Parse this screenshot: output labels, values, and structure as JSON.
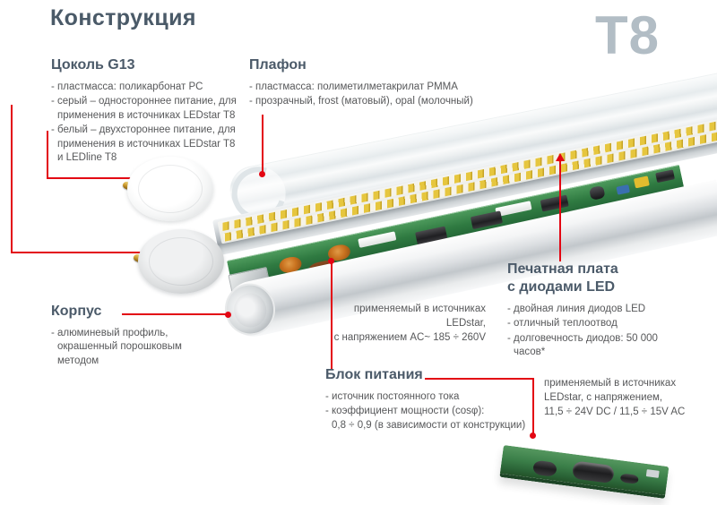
{
  "page": {
    "title": "Конструкция",
    "product_label": "T8"
  },
  "colors": {
    "accent_red": "#e30613",
    "heading": "#4b5a69",
    "body_text": "#57585a",
    "watermark_gray": "#b2bdc5",
    "pcb_green": "#2f7a41",
    "led_gold": "#e6c63e"
  },
  "sections": {
    "socket": {
      "title": "Цоколь G13",
      "bullets": [
        "- пластмасса: поликарбонат PC",
        "- серый – одностороннее питание, для\nприменения в источниках LEDstar T8",
        "- белый – двухстороннее питание, для\nприменения в источниках LEDstar T8\nи LEDline T8"
      ]
    },
    "diffuser": {
      "title": "Плафон",
      "bullets": [
        "- пластмасса: полиметилметакрилат PMMA",
        "- прозрачный, frost (матовый), opal (молочный)"
      ]
    },
    "body": {
      "title": "Корпус",
      "bullets": [
        "- алюминевый профиль,\nокрашенный порошковым\nметодом"
      ]
    },
    "led_pcb": {
      "title": "Печатная плата\nс диодами LED",
      "bullets": [
        "- двойная линия диодов LED",
        "- отличный теплоотвод",
        "- долговечность диодов: 50 000\nчасов*"
      ]
    },
    "power_unit": {
      "title": "Блок питания",
      "bullets": [
        "- источник постоянного тока",
        "- коэффициент мощности (cosφ):\n0,8 ÷ 0,9 (в зависимости от конструкции)"
      ]
    }
  },
  "annotations": {
    "led_pcb_usage": "применяемый в источниках\nLEDstar,\nс напряжением AC~ 185 ÷ 260V",
    "power_unit_usage": "применяемый в источниках\nLEDstar, с напряжением,\n11,5 ÷ 24V DC / 11,5 ÷ 15V AC"
  }
}
